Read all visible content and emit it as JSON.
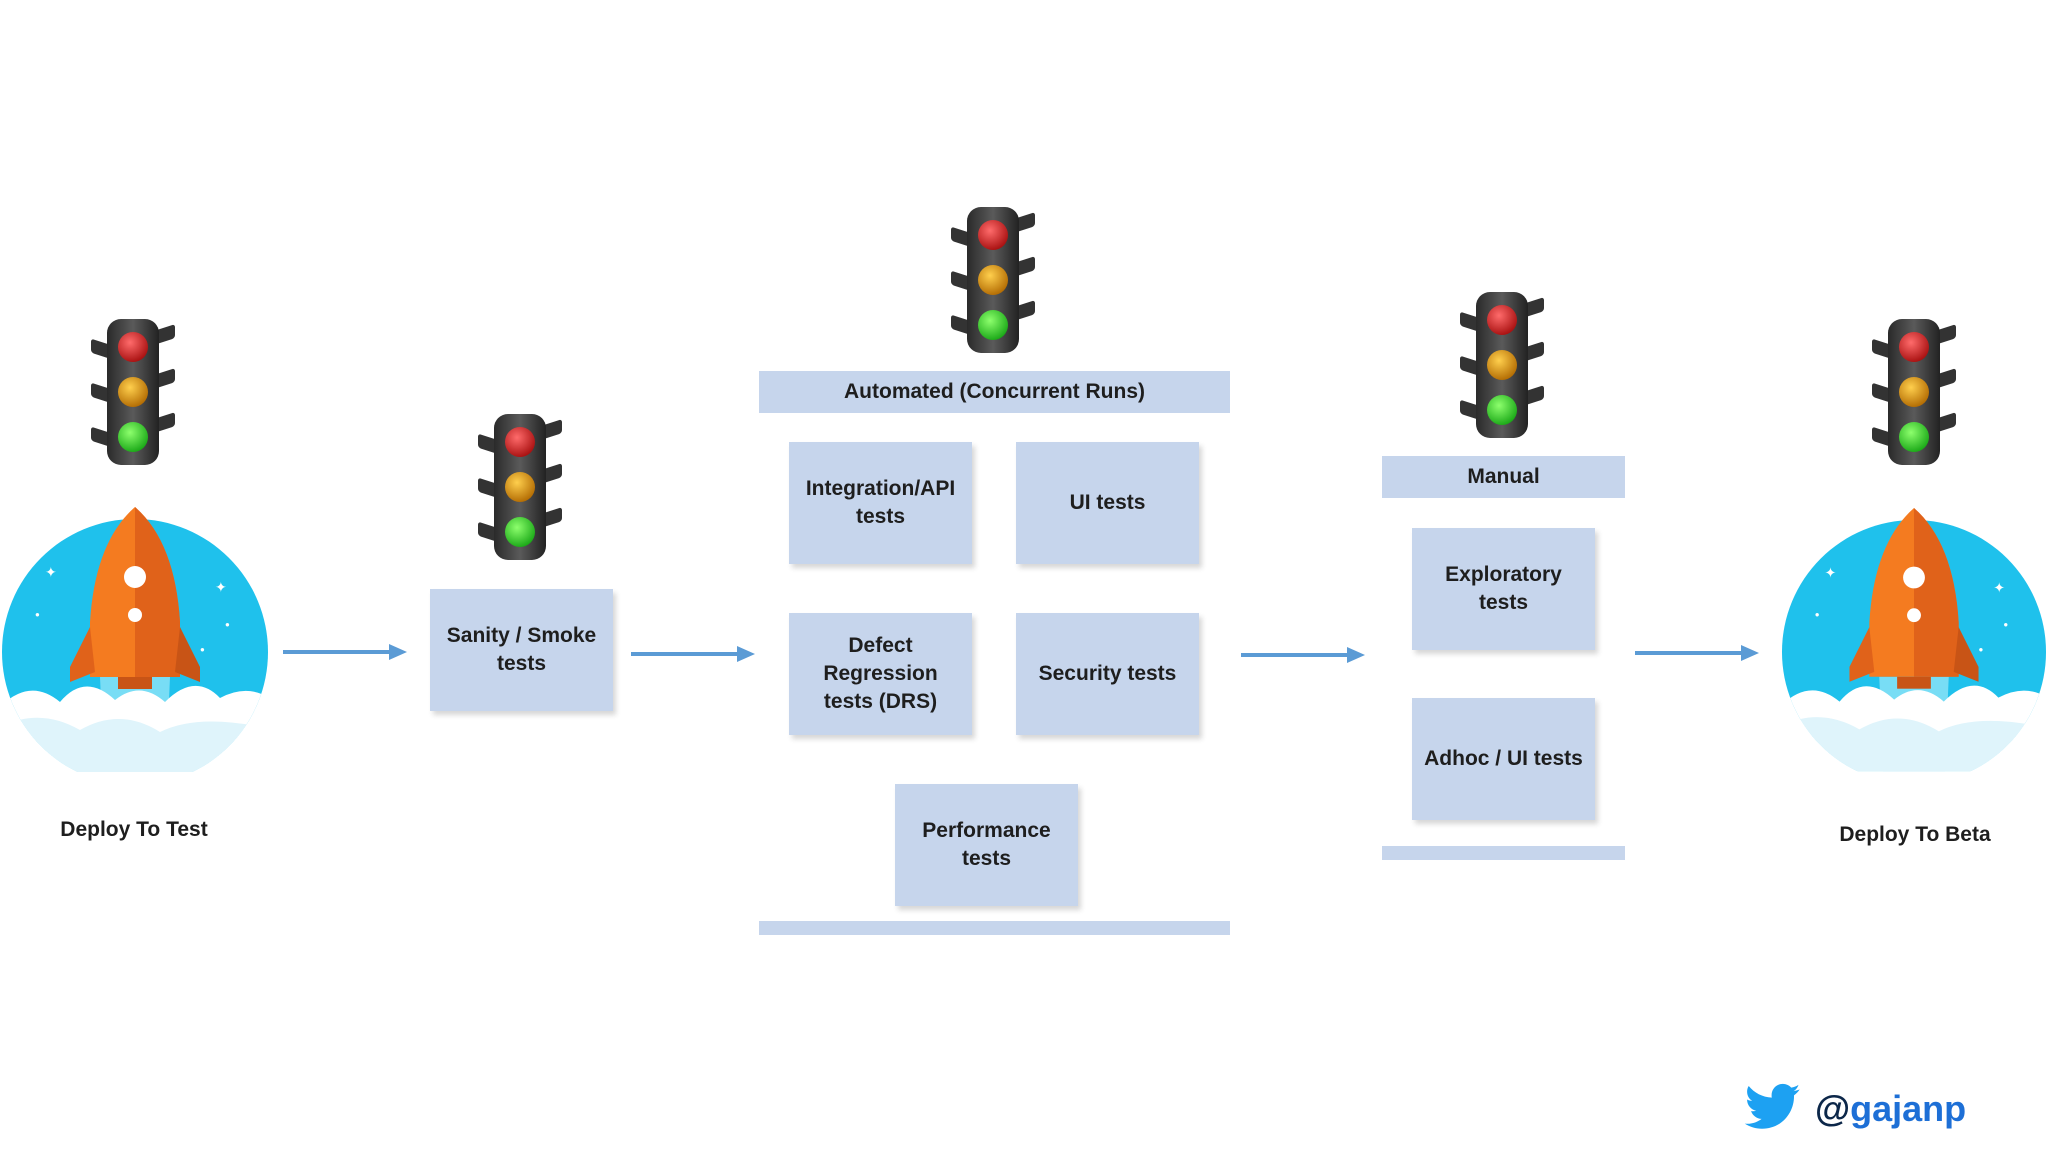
{
  "stages": {
    "deploy_test": {
      "label": "Deploy To Test"
    },
    "sanity": {
      "label": "Sanity / Smoke tests"
    },
    "automated": {
      "header": "Automated (Concurrent Runs)",
      "items": [
        "Integration/API tests",
        "UI tests",
        "Defect Regression tests (DRS)",
        "Security tests",
        "Performance tests"
      ]
    },
    "manual": {
      "header": "Manual",
      "items": [
        "Exploratory tests",
        "Adhoc / UI tests"
      ]
    },
    "deploy_beta": {
      "label": "Deploy To Beta"
    }
  },
  "footer": {
    "handle": "@gajanp",
    "icon": "twitter-bird-icon"
  },
  "colors": {
    "box_fill": "#c6d5ec",
    "arrow": "#5b9bd5",
    "sky": "#1fc1ec",
    "rocket": "#f47b20",
    "twitter": "#1da1f2"
  }
}
